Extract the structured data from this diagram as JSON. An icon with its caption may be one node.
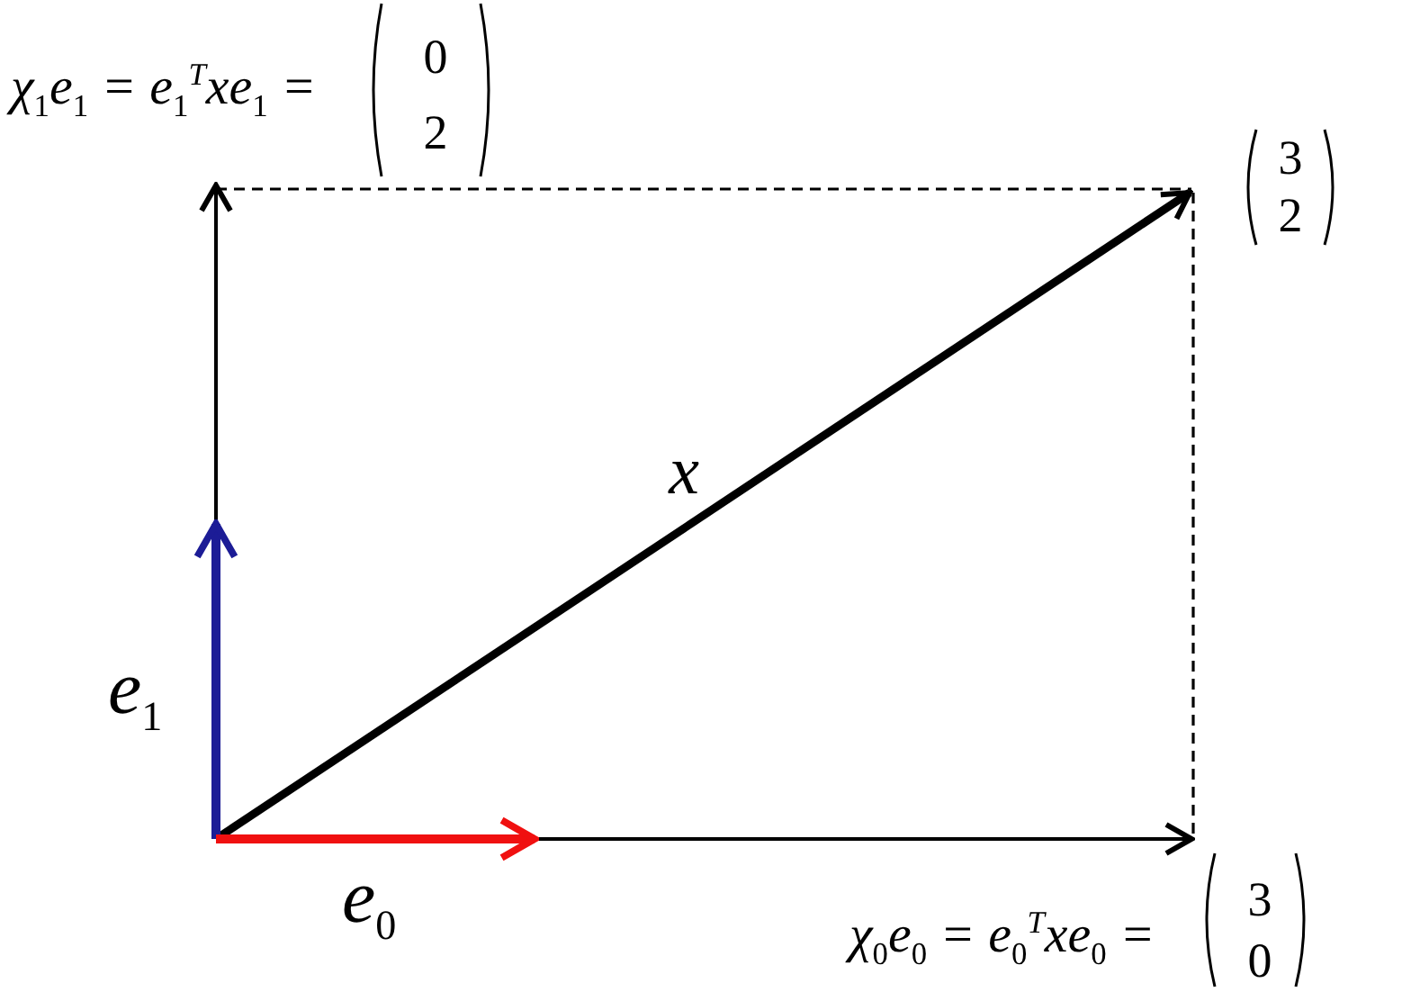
{
  "diagram": {
    "nodes": [
      {
        "text": [
          "χ$_{1}$e$_{1}$ = e$_{1}$$^{T}$xe$_{1}$ =",
          "0",
          "2"
        ]
      },
      {
        "text": [
          "3",
          "2"
        ]
      },
      {
        "text": [
          "χ$_{0}$e$_{0}$ = e$_{0}$$^{T}$xe$_{0}$ =",
          "3",
          "0"
        ]
      }
    ],
    "edges": [
      {
        "from": null,
        "to": 0,
        "arrow": "to"
      },
      {
        "from": null,
        "to": 1,
        "arrow": "to",
        "label": "x",
        "style": "thick"
      },
      {
        "from": null,
        "to": 2,
        "arrow": "to"
      }
    ],
    "labels": [
      "e$_{1}$",
      "e$_{0}$"
    ]
  }
}
